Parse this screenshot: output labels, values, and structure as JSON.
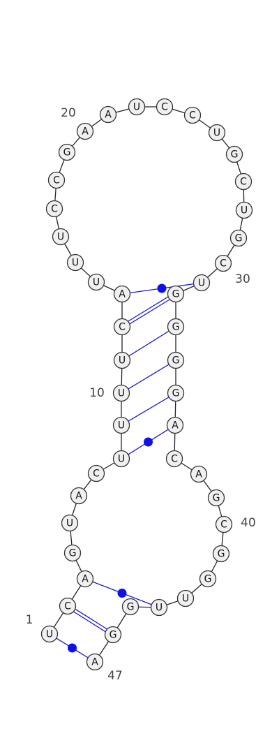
{
  "sequence": [
    "U",
    "C",
    "A",
    "G",
    "U",
    "A",
    "C",
    "U",
    "U",
    "U",
    "U",
    "C",
    "A",
    "U",
    "U",
    "U",
    "C",
    "C",
    "G",
    "A",
    "A",
    "U",
    "C",
    "C",
    "U",
    "G",
    "C",
    "U",
    "G",
    "C",
    "U",
    "G",
    "G",
    "G",
    "G",
    "A",
    "C",
    "A",
    "G",
    "C",
    "G",
    "G",
    "U",
    "U",
    "G",
    "G",
    "A"
  ],
  "index_labels": [
    "1",
    "10",
    "20",
    "30",
    "40",
    "47"
  ],
  "pairs": [
    {
      "i": 1,
      "j": 47,
      "type": "GU"
    },
    {
      "i": 2,
      "j": 46,
      "type": "GC"
    },
    {
      "i": 3,
      "j": 44,
      "type": "GU"
    },
    {
      "i": 8,
      "j": 36,
      "type": "GU"
    },
    {
      "i": 9,
      "j": 35,
      "type": "AU"
    },
    {
      "i": 10,
      "j": 34,
      "type": "AU"
    },
    {
      "i": 11,
      "j": 33,
      "type": "AU"
    },
    {
      "i": 12,
      "j": 32,
      "type": "GC"
    },
    {
      "i": 13,
      "j": 31,
      "type": "GU"
    }
  ],
  "colors": {
    "pair_line": "#1a1ad6",
    "gu_dot": "#1010e8",
    "node_fill": "#f0f0f0"
  }
}
